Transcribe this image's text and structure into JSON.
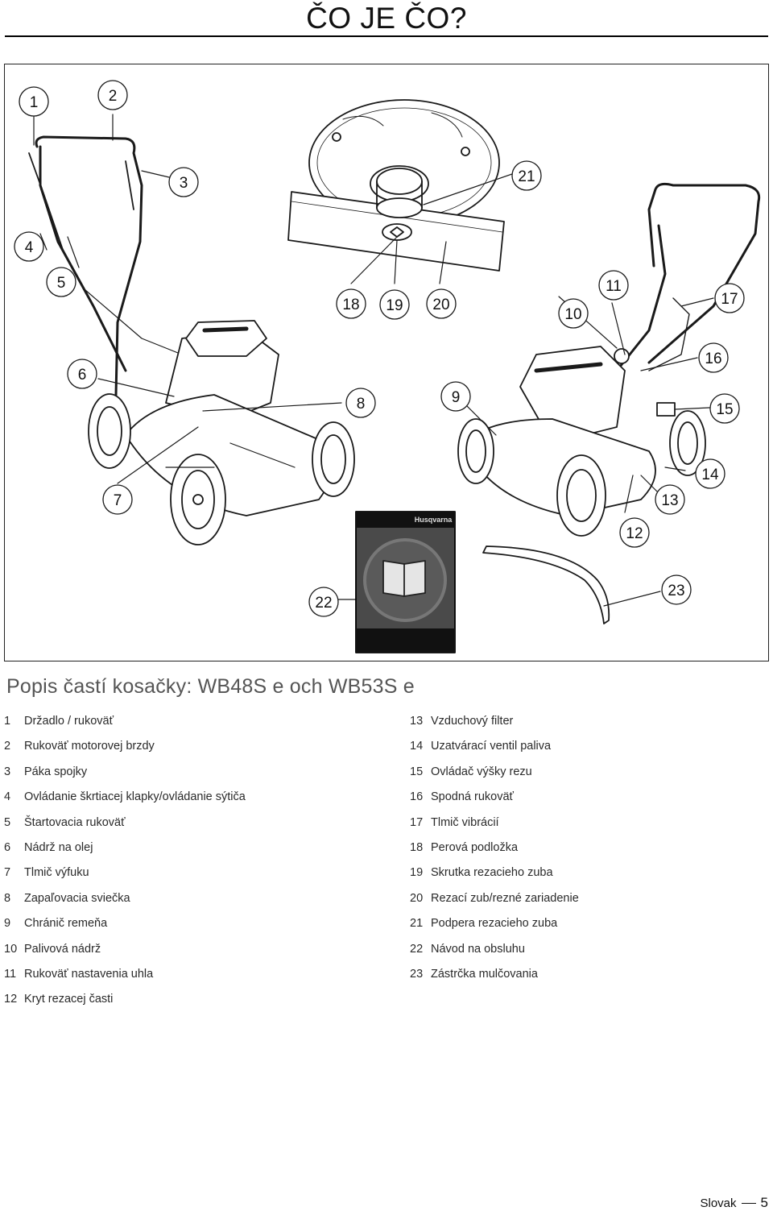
{
  "page": {
    "title": "ČO JE ČO?",
    "section_heading": "Popis častí kosačky: WB48S e och WB53S e",
    "footer_language": "Slovak",
    "page_number": "5"
  },
  "figure": {
    "manual_brand": "Husqvarna",
    "callouts": [
      "1",
      "2",
      "3",
      "4",
      "5",
      "6",
      "7",
      "8",
      "9",
      "10",
      "11",
      "12",
      "13",
      "14",
      "15",
      "16",
      "17",
      "18",
      "19",
      "20",
      "21",
      "22",
      "23"
    ]
  },
  "parts_left": [
    {
      "num": "1",
      "label": "Držadlo / rukoväť"
    },
    {
      "num": "2",
      "label": "Rukoväť motorovej brzdy"
    },
    {
      "num": "3",
      "label": "Páka spojky"
    },
    {
      "num": "4",
      "label": "Ovládanie škrtiacej klapky/ovládanie sýtiča"
    },
    {
      "num": "5",
      "label": "Štartovacia rukoväť"
    },
    {
      "num": "6",
      "label": "Nádrž na olej"
    },
    {
      "num": "7",
      "label": "Tlmič výfuku"
    },
    {
      "num": "8",
      "label": "Zapaľovacia sviečka"
    },
    {
      "num": "9",
      "label": "Chránič remeňa"
    },
    {
      "num": "10",
      "label": "Palivová nádrž"
    },
    {
      "num": "11",
      "label": "Rukoväť nastavenia uhla"
    },
    {
      "num": "12",
      "label": "Kryt rezacej časti"
    }
  ],
  "parts_right": [
    {
      "num": "13",
      "label": "Vzduchový filter"
    },
    {
      "num": "14",
      "label": "Uzatvárací ventil paliva"
    },
    {
      "num": "15",
      "label": "Ovládač výšky rezu"
    },
    {
      "num": "16",
      "label": "Spodná rukoväť"
    },
    {
      "num": "17",
      "label": "Tlmič vibrácií"
    },
    {
      "num": "18",
      "label": "Perová podložka"
    },
    {
      "num": "19",
      "label": "Skrutka rezacieho zuba"
    },
    {
      "num": "20",
      "label": "Rezací zub/rezné zariadenie"
    },
    {
      "num": "21",
      "label": "Podpera rezacieho zuba"
    },
    {
      "num": "22",
      "label": "Návod na obsluhu"
    },
    {
      "num": "23",
      "label": "Zástrčka mulčovania"
    }
  ]
}
